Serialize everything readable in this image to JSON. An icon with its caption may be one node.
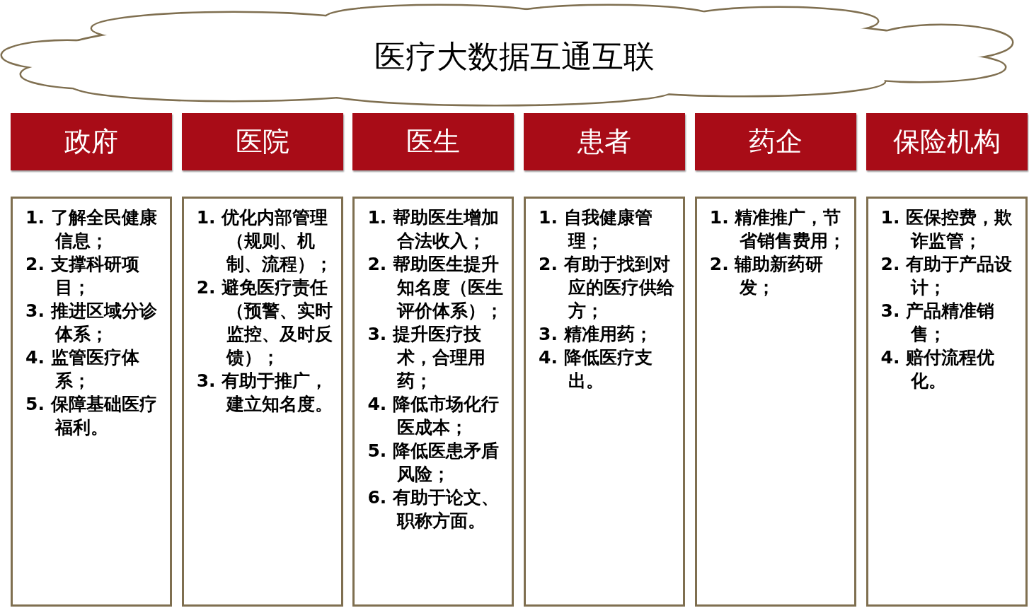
{
  "diagram": {
    "nodes": [
      {
        "text": [
          "医疗大数据互通互联"
        ]
      },
      {
        "text": [
          "政府"
        ]
      },
      {
        "text": [
          "医院"
        ]
      },
      {
        "text": [
          "医生"
        ]
      },
      {
        "text": [
          "患者"
        ]
      },
      {
        "text": [
          "药企"
        ]
      },
      {
        "text": [
          "保险机构"
        ]
      },
      {
        "text": [
          "1. 了解全民健康信息；",
          "2. 支撑科研项目；",
          "3. 推进区域分诊体系；",
          "4. 监管医疗体系；",
          "5. 保障基础医疗福利。"
        ]
      },
      {
        "text": [
          "1. 优化内部管理（规则、机制、流程）；",
          "2. 避免医疗责任（预警、实时监控、及时反馈）；",
          "3. 有助于推广，建立知名度。"
        ]
      },
      {
        "text": [
          "1. 帮助医生增加合法收入；",
          "2. 帮助医生提升知名度（医生评价体系）；",
          "3. 提升医疗技术，合理用药；",
          "4. 降低市场化行医成本；",
          "5. 降低医患矛盾风险；",
          "6. 有助于论文、职称方面。"
        ]
      },
      {
        "text": [
          "1. 自我健康管理；",
          "2. 有助于找到对应的医疗供给方；",
          "3. 精准用药；",
          "4. 降低医疗支出。"
        ]
      },
      {
        "text": [
          "1. 精准推广，节省销售费用；",
          "2. 辅助新药研发；"
        ]
      },
      {
        "text": [
          "1. 医保控费，欺诈监管；",
          "2. 有助于产品设计；",
          "3. 产品精准销售；",
          "4. 赔付流程优化。"
        ]
      }
    ]
  }
}
